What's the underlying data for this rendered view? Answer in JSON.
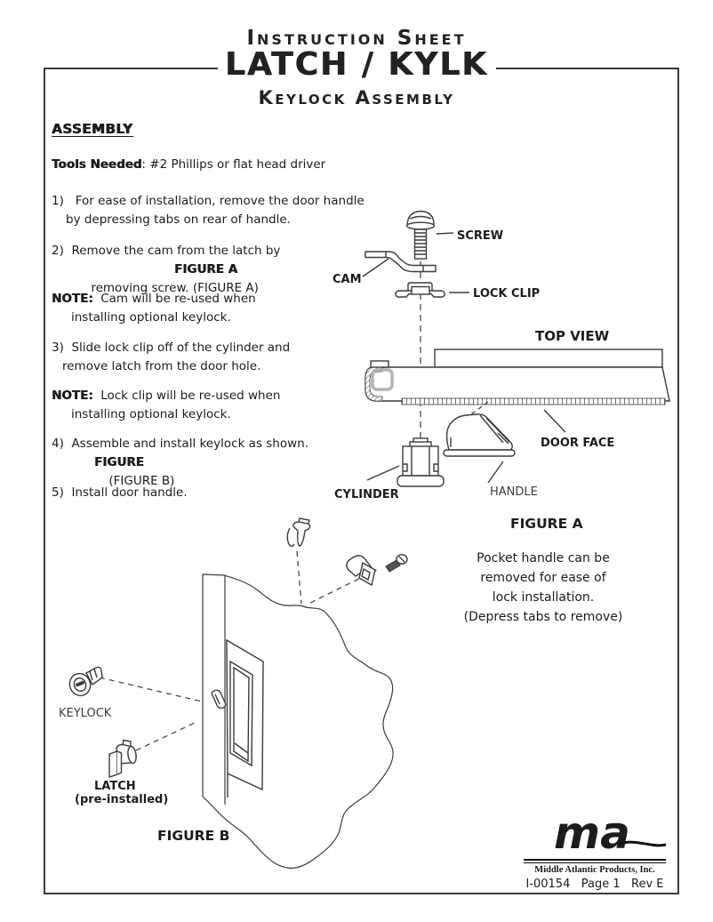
{
  "header": {
    "line1": "Instruction Sheet",
    "line2": "LATCH / KYLK",
    "line3": "Keylock Assembly"
  },
  "assembly": {
    "heading": "ASSEMBLY",
    "tools_label": "Tools Needed",
    "tools_rest": ": #2 Phillips or flat head driver",
    "steps": [
      {
        "l1": "1)   For ease of installation, remove the door handle",
        "l2": "by depressing tabs on rear of handle."
      },
      {
        "l1": "2)  Remove the cam from the latch by",
        "l2": "removing screw. (FIGURE A)",
        "overlay": "FIGURE A"
      },
      {
        "l1": "3)  Slide lock clip off of the cylinder and",
        "l2": "remove latch from the door hole."
      },
      {
        "l1": "4)  Assemble and install keylock as shown.",
        "l2": "(FIGURE B)",
        "overlay": "FIGURE"
      },
      {
        "l1": "5)  Install door handle."
      }
    ],
    "notes": [
      {
        "label": "NOTE:",
        "l1": "  Cam will be re-used when",
        "l2": "installing optional keylock."
      },
      {
        "label": "NOTE:",
        "l1": "  Lock clip will be re-used when",
        "l2": "installing optional keylock."
      }
    ]
  },
  "figure_a": {
    "screw": "SCREW",
    "cam": "CAM",
    "lock_clip": "LOCK CLIP",
    "top_view": "TOP VIEW",
    "door_face": "DOOR FACE",
    "cylinder": "CYLINDER",
    "handle": "HANDLE",
    "caption": "FIGURE A",
    "note": {
      "l1": "Pocket handle can be",
      "l2": "removed for ease of",
      "l3": "lock installation.",
      "l4": "(Depress tabs to remove)"
    }
  },
  "figure_b": {
    "keylock": "KEYLOCK",
    "latch": "LATCH",
    "latch_sub": "(pre-installed)",
    "caption": "FIGURE B"
  },
  "footer": {
    "logo_text": "ma",
    "company": "Middle Atlantic Products, Inc.",
    "doc": "I-00154   Page 1   Rev E"
  },
  "colors": {
    "line": "#3b3b3b",
    "hole_gray": "#b3b3b3"
  }
}
